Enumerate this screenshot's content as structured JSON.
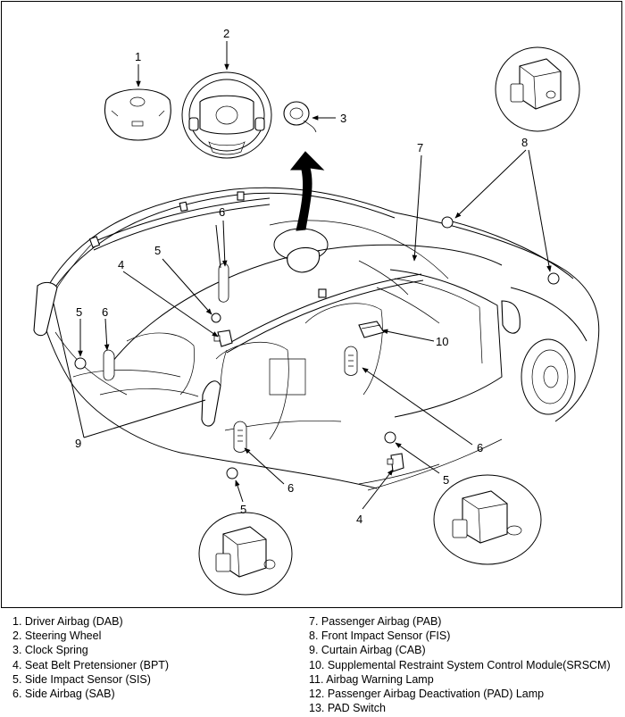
{
  "callouts": {
    "c1": "1",
    "c2": "2",
    "c3": "3",
    "c4a": "4",
    "c4b": "4",
    "c5a": "5",
    "c5b": "5",
    "c5c": "5",
    "c5d": "5",
    "c6a": "6",
    "c6b": "6",
    "c6c": "6",
    "c6d": "6",
    "c7": "7",
    "c8": "8",
    "c9": "9",
    "c10": "10"
  },
  "legend": {
    "left": [
      "1. Driver Airbag (DAB)",
      "2. Steering Wheel",
      "3. Clock Spring",
      "4. Seat Belt Pretensioner (BPT)",
      "5. Side Impact Sensor (SIS)",
      "6. Side Airbag (SAB)"
    ],
    "right": [
      "7. Passenger Airbag (PAB)",
      "8. Front Impact Sensor (FIS)",
      "9. Curtain Airbag (CAB)",
      "10. Supplemental Restraint System Control Module(SRSCM)",
      "11. Airbag Warning Lamp",
      "12. Passenger Airbag Deactivation (PAD) Lamp",
      "13. PAD Switch"
    ]
  }
}
